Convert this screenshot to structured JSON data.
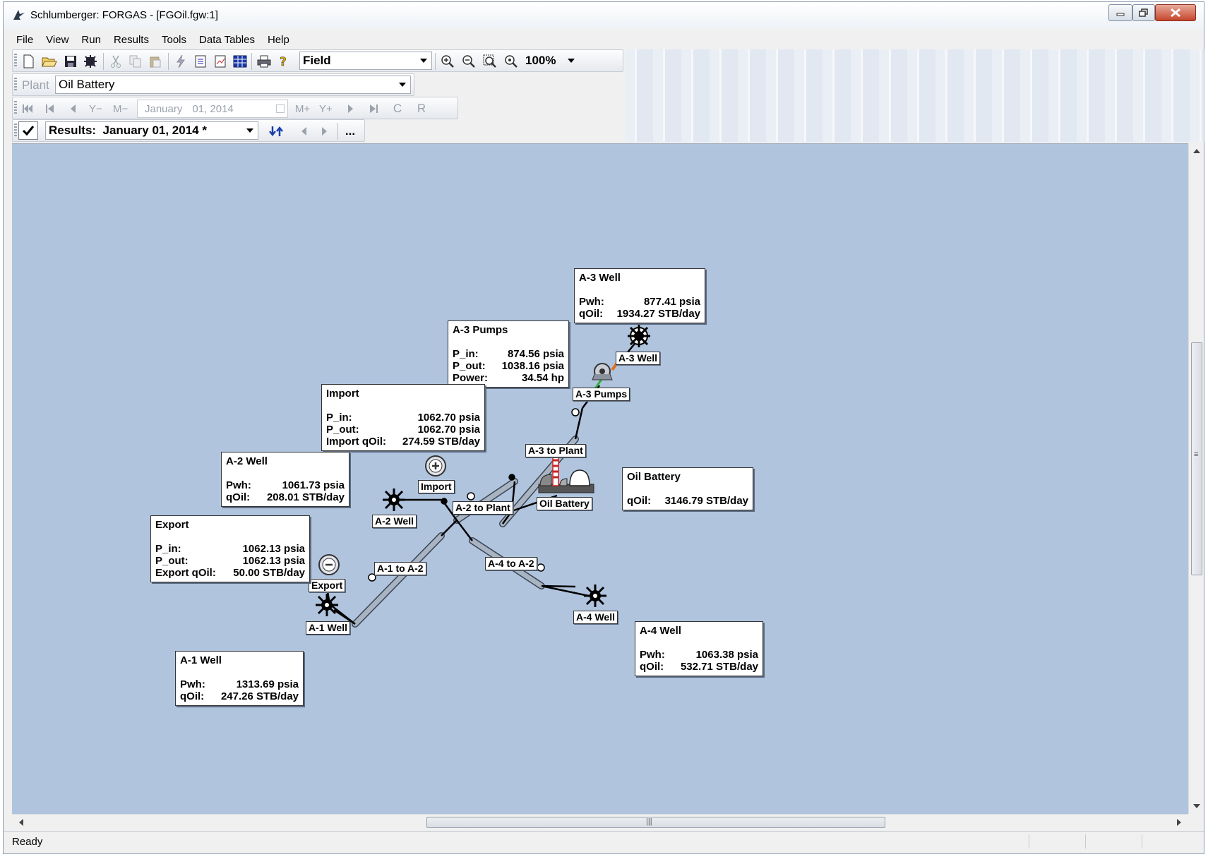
{
  "window": {
    "title": "Schlumberger: FORGAS - [FGOil.fgw:1]"
  },
  "menu": [
    "File",
    "View",
    "Run",
    "Results",
    "Tools",
    "Data Tables",
    "Help"
  ],
  "toolbar": {
    "view_select": "Field",
    "zoom_select": "100%"
  },
  "plant": {
    "label": "Plant",
    "value": "Oil Battery"
  },
  "datebar": {
    "buttons_left": [
      "Y−",
      "M−"
    ],
    "date_month": "January",
    "date_day": "01, 2014",
    "buttons_right": [
      "M+",
      "Y+"
    ],
    "button_c": "C",
    "button_r": "R"
  },
  "results": {
    "select_value": "Results:  January 01, 2014 *",
    "more_label": "..."
  },
  "status": {
    "text": "Ready"
  },
  "network": {
    "labels": {
      "a3_well": "A-3 Well",
      "a3_pumps": "A-3 Pumps",
      "a3_to_plant": "A-3 to Plant",
      "import": "Import",
      "oil_battery": "Oil Battery",
      "a2_to_plant": "A-2 to Plant",
      "a2_well": "A-2 Well",
      "a1_to_a2": "A-1 to A-2",
      "a4_to_a2": "A-4 to A-2",
      "export": "Export",
      "a1_well": "A-1 Well",
      "a4_well": "A-4 Well"
    },
    "boxes": {
      "a3_well": {
        "title": "A-3 Well",
        "rows": [
          {
            "key": "Pwh:",
            "value": "877.41 psia"
          },
          {
            "key": "qOil:",
            "value": "1934.27 STB/day"
          }
        ]
      },
      "a3_pumps": {
        "title": "A-3 Pumps",
        "rows": [
          {
            "key": "P_in:",
            "value": "874.56 psia"
          },
          {
            "key": "P_out:",
            "value": "1038.16 psia"
          },
          {
            "key": "Power:",
            "value": "34.54 hp"
          }
        ]
      },
      "import": {
        "title": "Import",
        "rows": [
          {
            "key": "P_in:",
            "value": "1062.70 psia"
          },
          {
            "key": "P_out:",
            "value": "1062.70 psia"
          },
          {
            "key": "Import qOil:",
            "value": "274.59 STB/day"
          }
        ]
      },
      "a2_well": {
        "title": "A-2 Well",
        "rows": [
          {
            "key": "Pwh:",
            "value": "1061.73 psia"
          },
          {
            "key": "qOil:",
            "value": "208.01 STB/day"
          }
        ]
      },
      "oil_battery": {
        "title": "Oil Battery",
        "rows": [
          {
            "key": "qOil:",
            "value": "3146.79 STB/day"
          }
        ]
      },
      "export": {
        "title": "Export",
        "rows": [
          {
            "key": "P_in:",
            "value": "1062.13 psia"
          },
          {
            "key": "P_out:",
            "value": "1062.13 psia"
          },
          {
            "key": "Export qOil:",
            "value": "50.00 STB/day"
          }
        ]
      },
      "a1_well": {
        "title": "A-1 Well",
        "rows": [
          {
            "key": "Pwh:",
            "value": "1313.69 psia"
          },
          {
            "key": "qOil:",
            "value": "247.26 STB/day"
          }
        ]
      },
      "a4_well": {
        "title": "A-4 Well",
        "rows": [
          {
            "key": "Pwh:",
            "value": "1063.38 psia"
          },
          {
            "key": "qOil:",
            "value": "532.71 STB/day"
          }
        ]
      }
    }
  }
}
